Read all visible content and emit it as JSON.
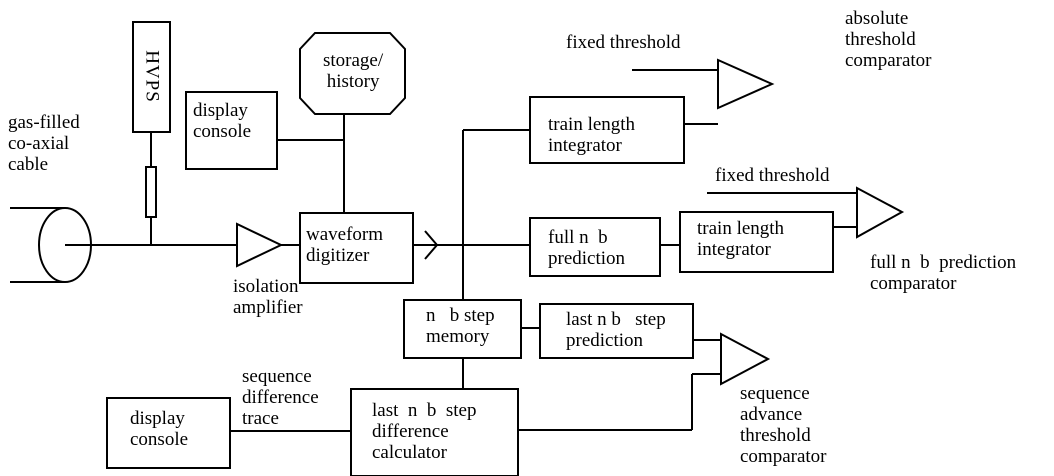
{
  "labels": {
    "cable": "gas-filled\nco-axial\ncable",
    "hvps": "HVPS",
    "storage": "storage/\nhistory",
    "display_console_top": "display\nconsole",
    "isolation_amp": "isolation\namplifier",
    "waveform_digitizer": "waveform\ndigitizer",
    "fixed_threshold_1": "fixed threshold",
    "absolute_comparator": "absolute\nthreshold\ncomparator",
    "train_length_integrator_1": "train length\nintegrator",
    "fixed_threshold_2": "fixed threshold",
    "full_nb_prediction": "full n  b\nprediction",
    "train_length_integrator_2": "train length\nintegrator",
    "full_nb_comparator": "full n  b  prediction\ncomparator",
    "nb_step_memory": "n   b step\nmemory",
    "last_nb_step_prediction": "last n b   step\nprediction",
    "sequence_difference_trace": "sequence\ndifference\ntrace",
    "display_console_bottom": "display\nconsole",
    "last_nb_step_difference_calc": "last  n  b  step\ndifference\ncalculator",
    "sequence_advance_comparator": "sequence\nadvance\nthreshold\ncomparator"
  }
}
